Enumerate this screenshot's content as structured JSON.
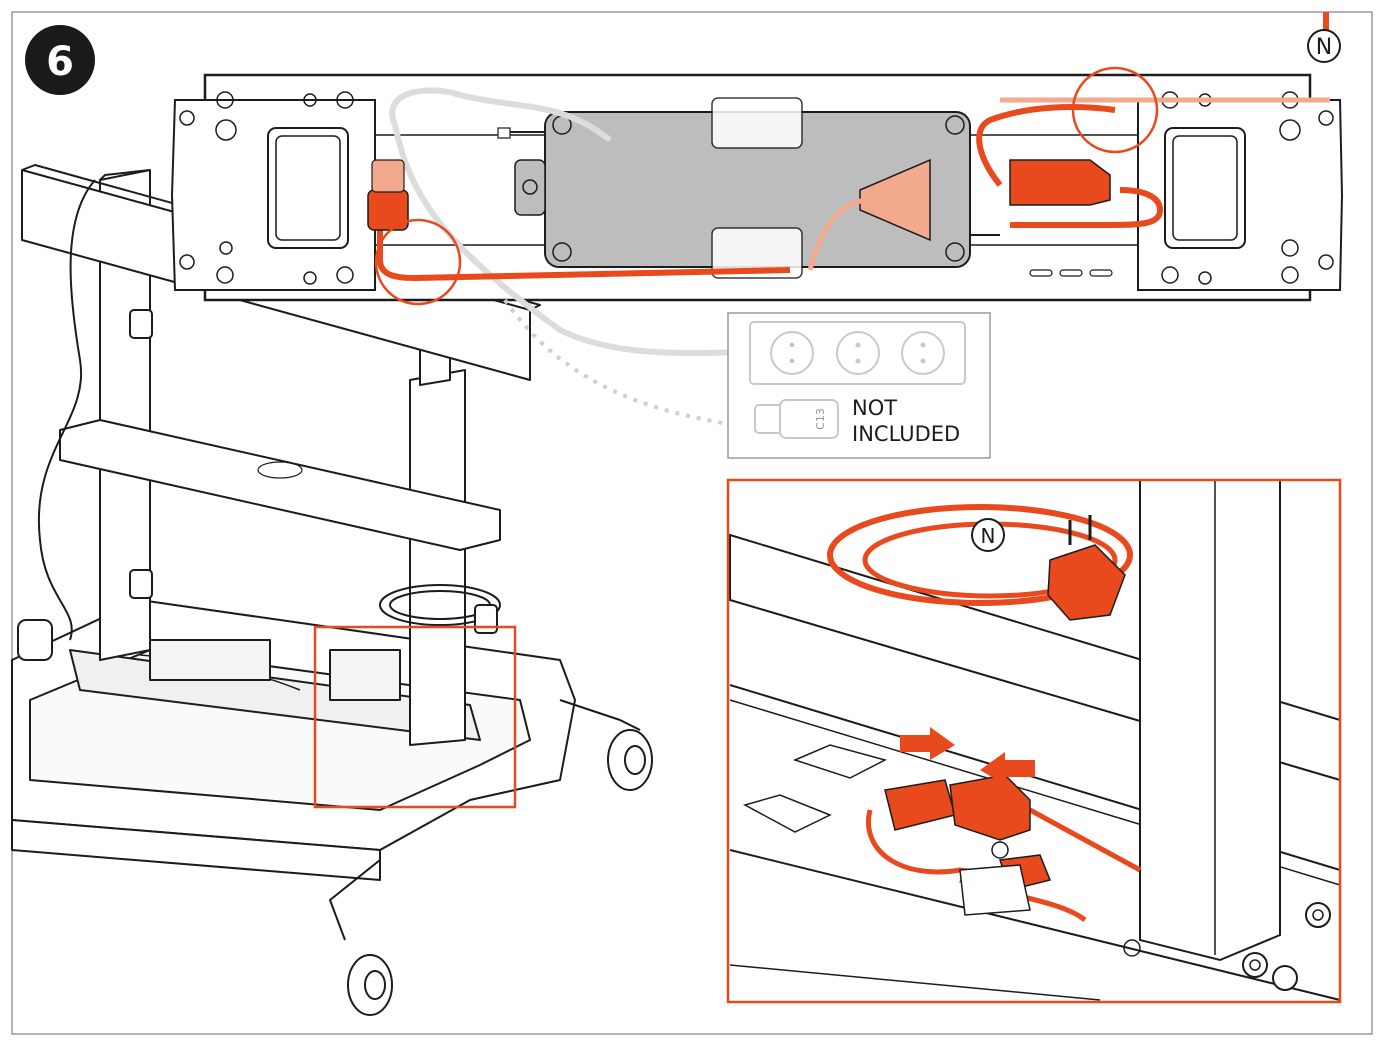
{
  "step": {
    "number": "6"
  },
  "marker": {
    "symbol": "N"
  },
  "note": {
    "line1": "NOT",
    "line2": "INCLUDED"
  },
  "connector": {
    "label": "C13"
  },
  "colors": {
    "accent": "#e8491d",
    "accent_light": "#f2a98e",
    "line": "#1c1c1c",
    "gray_box": "#bdbdbd",
    "pale": "#dcdcdc"
  }
}
